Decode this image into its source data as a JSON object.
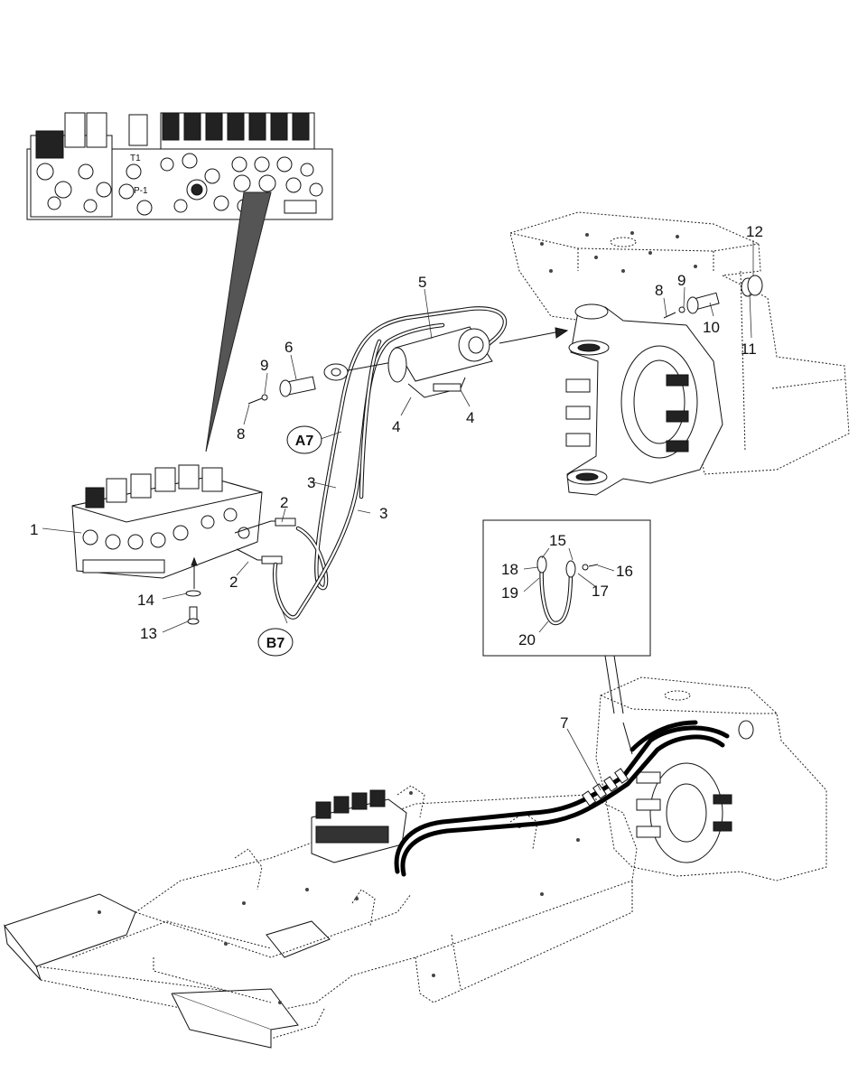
{
  "callouts": {
    "c1": "1",
    "c2a": "2",
    "c2b": "2",
    "c3a": "3",
    "c3b": "3",
    "c4a": "4",
    "c4b": "4",
    "c5": "5",
    "c6": "6",
    "c7": "7",
    "c8a": "8",
    "c8b": "8",
    "c9a": "9",
    "c9b": "9",
    "c10": "10",
    "c11": "11",
    "c12": "12",
    "c13": "13",
    "c14": "14",
    "c15": "15",
    "c16": "16",
    "c17": "17",
    "c18": "18",
    "c19": "19",
    "c20": "20"
  },
  "connectors": {
    "a7": "A7",
    "b7": "B7"
  },
  "ports": {
    "t1": "T1",
    "p1": "P-1"
  }
}
